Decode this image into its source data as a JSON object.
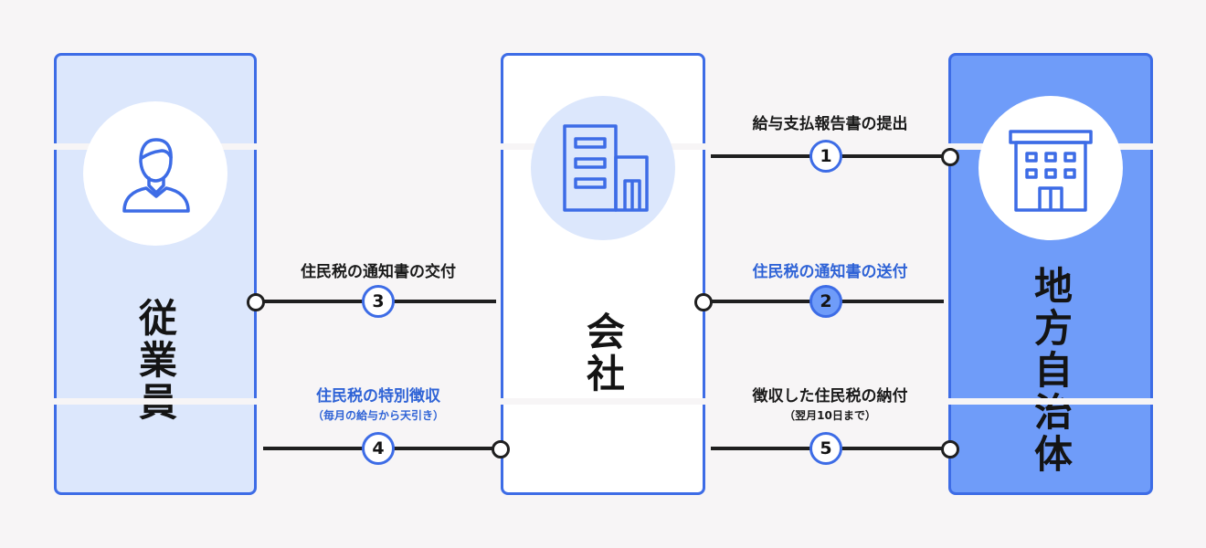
{
  "entities": {
    "employee": "従業員",
    "company": "会社",
    "municipality": "地方自治体"
  },
  "icons": {
    "employee": "person-icon",
    "company": "office-building-icon",
    "municipality": "government-building-icon"
  },
  "flows": [
    {
      "number": "1",
      "label": "給与支払報告書の提出"
    },
    {
      "number": "2",
      "label": "住民税の通知書の送付"
    },
    {
      "number": "3",
      "label": "住民税の通知書の交付"
    },
    {
      "number": "4",
      "label": "住民税の特別徴収",
      "sublabel": "（毎月の給与から天引き）"
    },
    {
      "number": "5",
      "label": "徴収した住民税の納付",
      "sublabel": "（翌月10日まで）"
    }
  ],
  "colors": {
    "accent": "#3d6ce6",
    "employee_fill": "#dce7fc",
    "company_fill": "#ffffff",
    "municipality_fill": "#6f9cf9",
    "highlight_text": "#2f63d6",
    "line": "#1f1f1f",
    "background": "#f7f5f6"
  }
}
